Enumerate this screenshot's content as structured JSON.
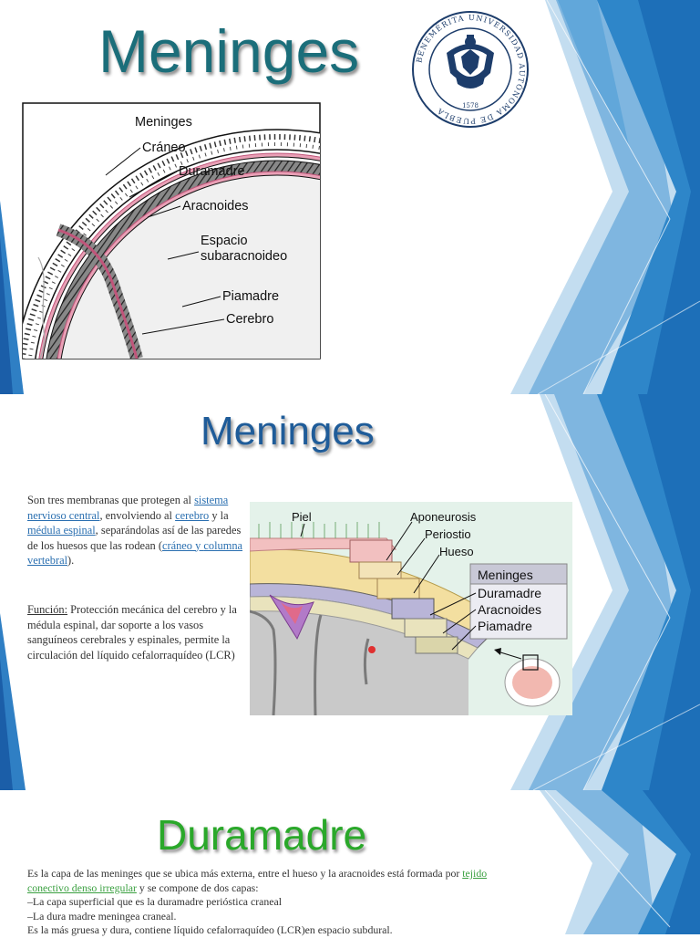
{
  "slide1": {
    "title": "Meninges",
    "diagram": {
      "header": "Meninges",
      "labels": [
        "Cráneo",
        "Duramadre",
        "Aracnoides",
        "Espacio",
        "subaracnoideo",
        "Piamadre",
        "Cerebro"
      ]
    },
    "seal": {
      "text": "BENEMÉRITA UNIVERSIDAD AUTÓNOMA DE PUEBLA",
      "year": "1578"
    }
  },
  "slide2": {
    "title": "Meninges",
    "paragraph1": {
      "t1": "Son tres membranas que protegen al ",
      "link1": "sistema nervioso central",
      "t2": ", envolviendo al ",
      "link2": "cerebro",
      "t3": " y la ",
      "link3": "médula espinal",
      "t4": ", separándolas así de las paredes de los huesos que las rodean (",
      "link4": "cráneo",
      "t5": " y ",
      "link5": "columna vertebral",
      "t6": ")."
    },
    "paragraph2": {
      "label": "Función:",
      "text": " Protección mecánica del cerebro y la médula espinal, dar soporte a los vasos sanguíneos cerebrales y espinales, permite la circulación del líquido cefalorraquídeo (LCR)"
    },
    "figure": {
      "labels": {
        "piel": "Piel",
        "aponeurosis": "Aponeurosis",
        "periostio": "Periostio",
        "hueso": "Hueso",
        "meninges": "Meninges",
        "duramadre": "Duramadre",
        "aracnoides": "Aracnoides",
        "piamadre": "Piamadre"
      }
    }
  },
  "slide3": {
    "title": "Duramadre",
    "line1_a": "Es la capa de las meninges que se ubica más externa, entre el hueso y la aracnoides está formada por ",
    "line1_link": "tejido conectivo denso irregular",
    "line1_b": " y se compone de dos capas:",
    "line2": "–La capa superficial que es la duramadre perióstica craneal",
    "line3": "–La dura madre meningea craneal.",
    "line4": "Es la más gruesa y dura, contiene líquido cefalorraquídeo (LCR)en espacio subdural."
  },
  "colors": {
    "teal_title": "#1b6e7a",
    "blue_title": "#1f5c99",
    "green_title": "#2aa82a",
    "link_blue": "#2a6fb0",
    "link_green": "#3aa040"
  }
}
